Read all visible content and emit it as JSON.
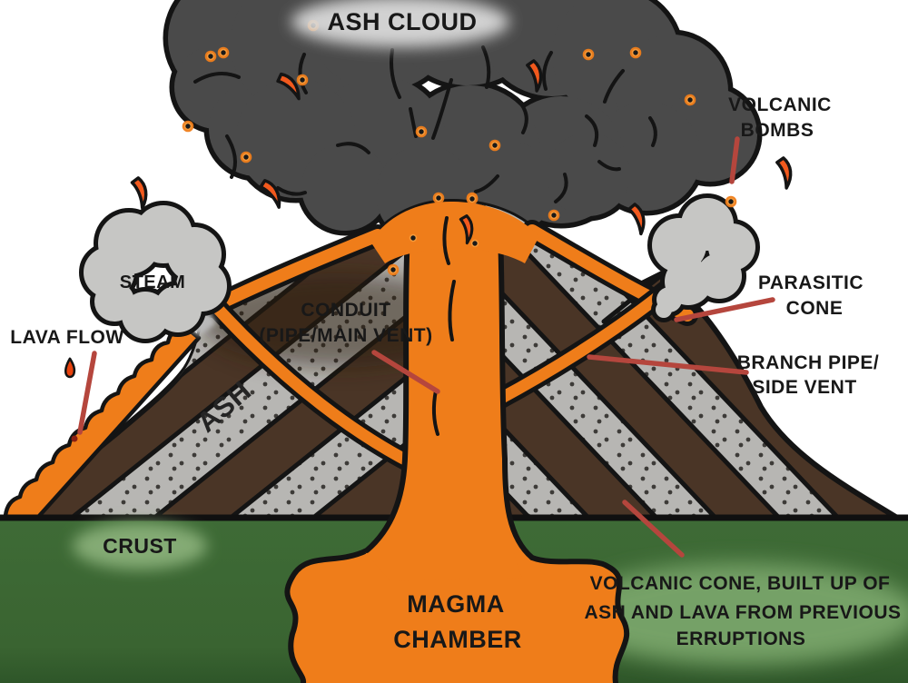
{
  "diagram_title": "Volcano cross-section diagram",
  "labels": {
    "ash_cloud": "ASH CLOUD",
    "volcanic_bombs_line1": "VOLCANIC",
    "volcanic_bombs_line2": "BOMBS",
    "steam": "STEAM",
    "lava_flow": "LAVA FLOW",
    "conduit_line1": "CONDUIT",
    "conduit_line2": "(PIPE/MAIN VENT)",
    "ash": "ASH",
    "parasitic_cone_line1": "PARASITIC",
    "parasitic_cone_line2": "CONE",
    "branch_pipe_line1": "BRANCH PIPE/",
    "branch_pipe_line2": "SIDE VENT",
    "crust": "CRUST",
    "magma_chamber_line1": "MAGMA",
    "magma_chamber_line2": "CHAMBER",
    "volcanic_cone_note_line1": "VOLCANIC CONE, BUILT UP OF",
    "volcanic_cone_note_line2": "ASH AND LAVA FROM PREVIOUS",
    "volcanic_cone_note_line3": "ERRUPTIONS"
  },
  "palette": {
    "lava_orange": "#ef7d1a",
    "rock_brown": "#4a3526",
    "ash_band_gray": "#b7b6b3",
    "ash_cloud_gray": "#4a4a4a",
    "steam_gray": "#c6c6c4",
    "ground_green": "#3e6b36",
    "leader_line_red": "#b5463d",
    "outline_black": "#141414"
  }
}
